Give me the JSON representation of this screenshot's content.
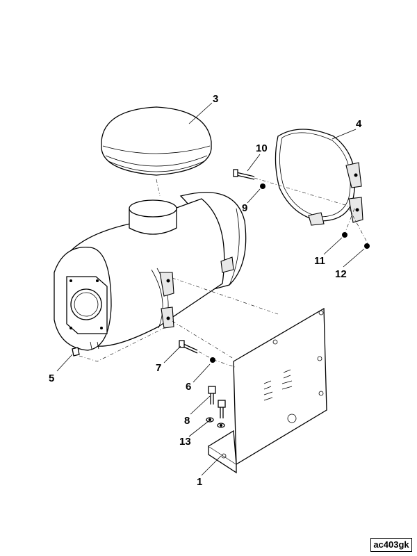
{
  "figure_id": "ac403gk",
  "callouts": {
    "c1": "1",
    "c3": "3",
    "c4": "4",
    "c5": "5",
    "c6": "6",
    "c7": "7",
    "c8": "8",
    "c9": "9",
    "c10": "10",
    "c11": "11",
    "c12": "12",
    "c13": "13"
  }
}
